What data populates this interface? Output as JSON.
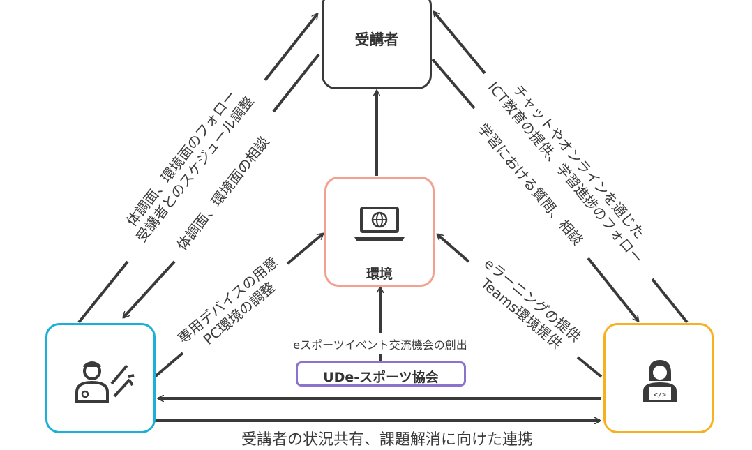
{
  "nodes": {
    "student": {
      "label": "受講者"
    },
    "environment": {
      "label": "環境"
    },
    "association": {
      "label": "UDe-スポーツ協会"
    }
  },
  "edges": {
    "left_to_student": [
      "体調面、環境面のフォロー",
      "受講者とのスケジュール調整"
    ],
    "student_to_left": "体調面、環境面の相談",
    "left_to_env": [
      "専用デバイスの用意",
      "PC環境の調整"
    ],
    "right_to_student": [
      "チャットやオンラインを通じた",
      "ICT教育の提供、学習進捗のフォロー"
    ],
    "student_to_right": "学習における質問、相談",
    "right_to_env": [
      "eラーニングの提供",
      "Teams環境提供"
    ],
    "association_to_env": "eスポーツイベント交流機会の創出",
    "left_right_bottom": "受講者の状況共有、課題解消に向けた連携"
  },
  "colors": {
    "student": "#3a3a3a",
    "environment": "#f4a090",
    "left": "#1ab0d8",
    "right": "#f7b020",
    "association": "#8b72cc"
  }
}
